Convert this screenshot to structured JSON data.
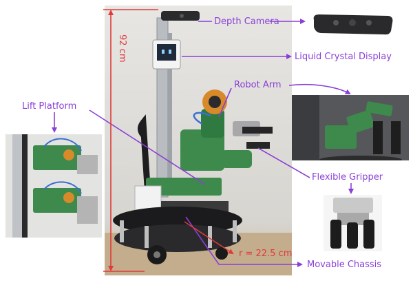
{
  "labels": {
    "depth_camera": "Depth Camera",
    "lcd": "Liquid Crystal Display",
    "robot_arm": "Robot Arm",
    "lift_platform": "Lift Platform",
    "flexible_gripper": "Flexible Gripper",
    "movable_chassis": "Movable Chassis",
    "height": "92 cm",
    "radius": "r = 22.5 cm"
  },
  "colors": {
    "label_purple": "#8a3fd6",
    "dimension_red": "#e03a3a",
    "robot_green": "#3d8a4c",
    "arm_orange": "#d88a2a"
  }
}
